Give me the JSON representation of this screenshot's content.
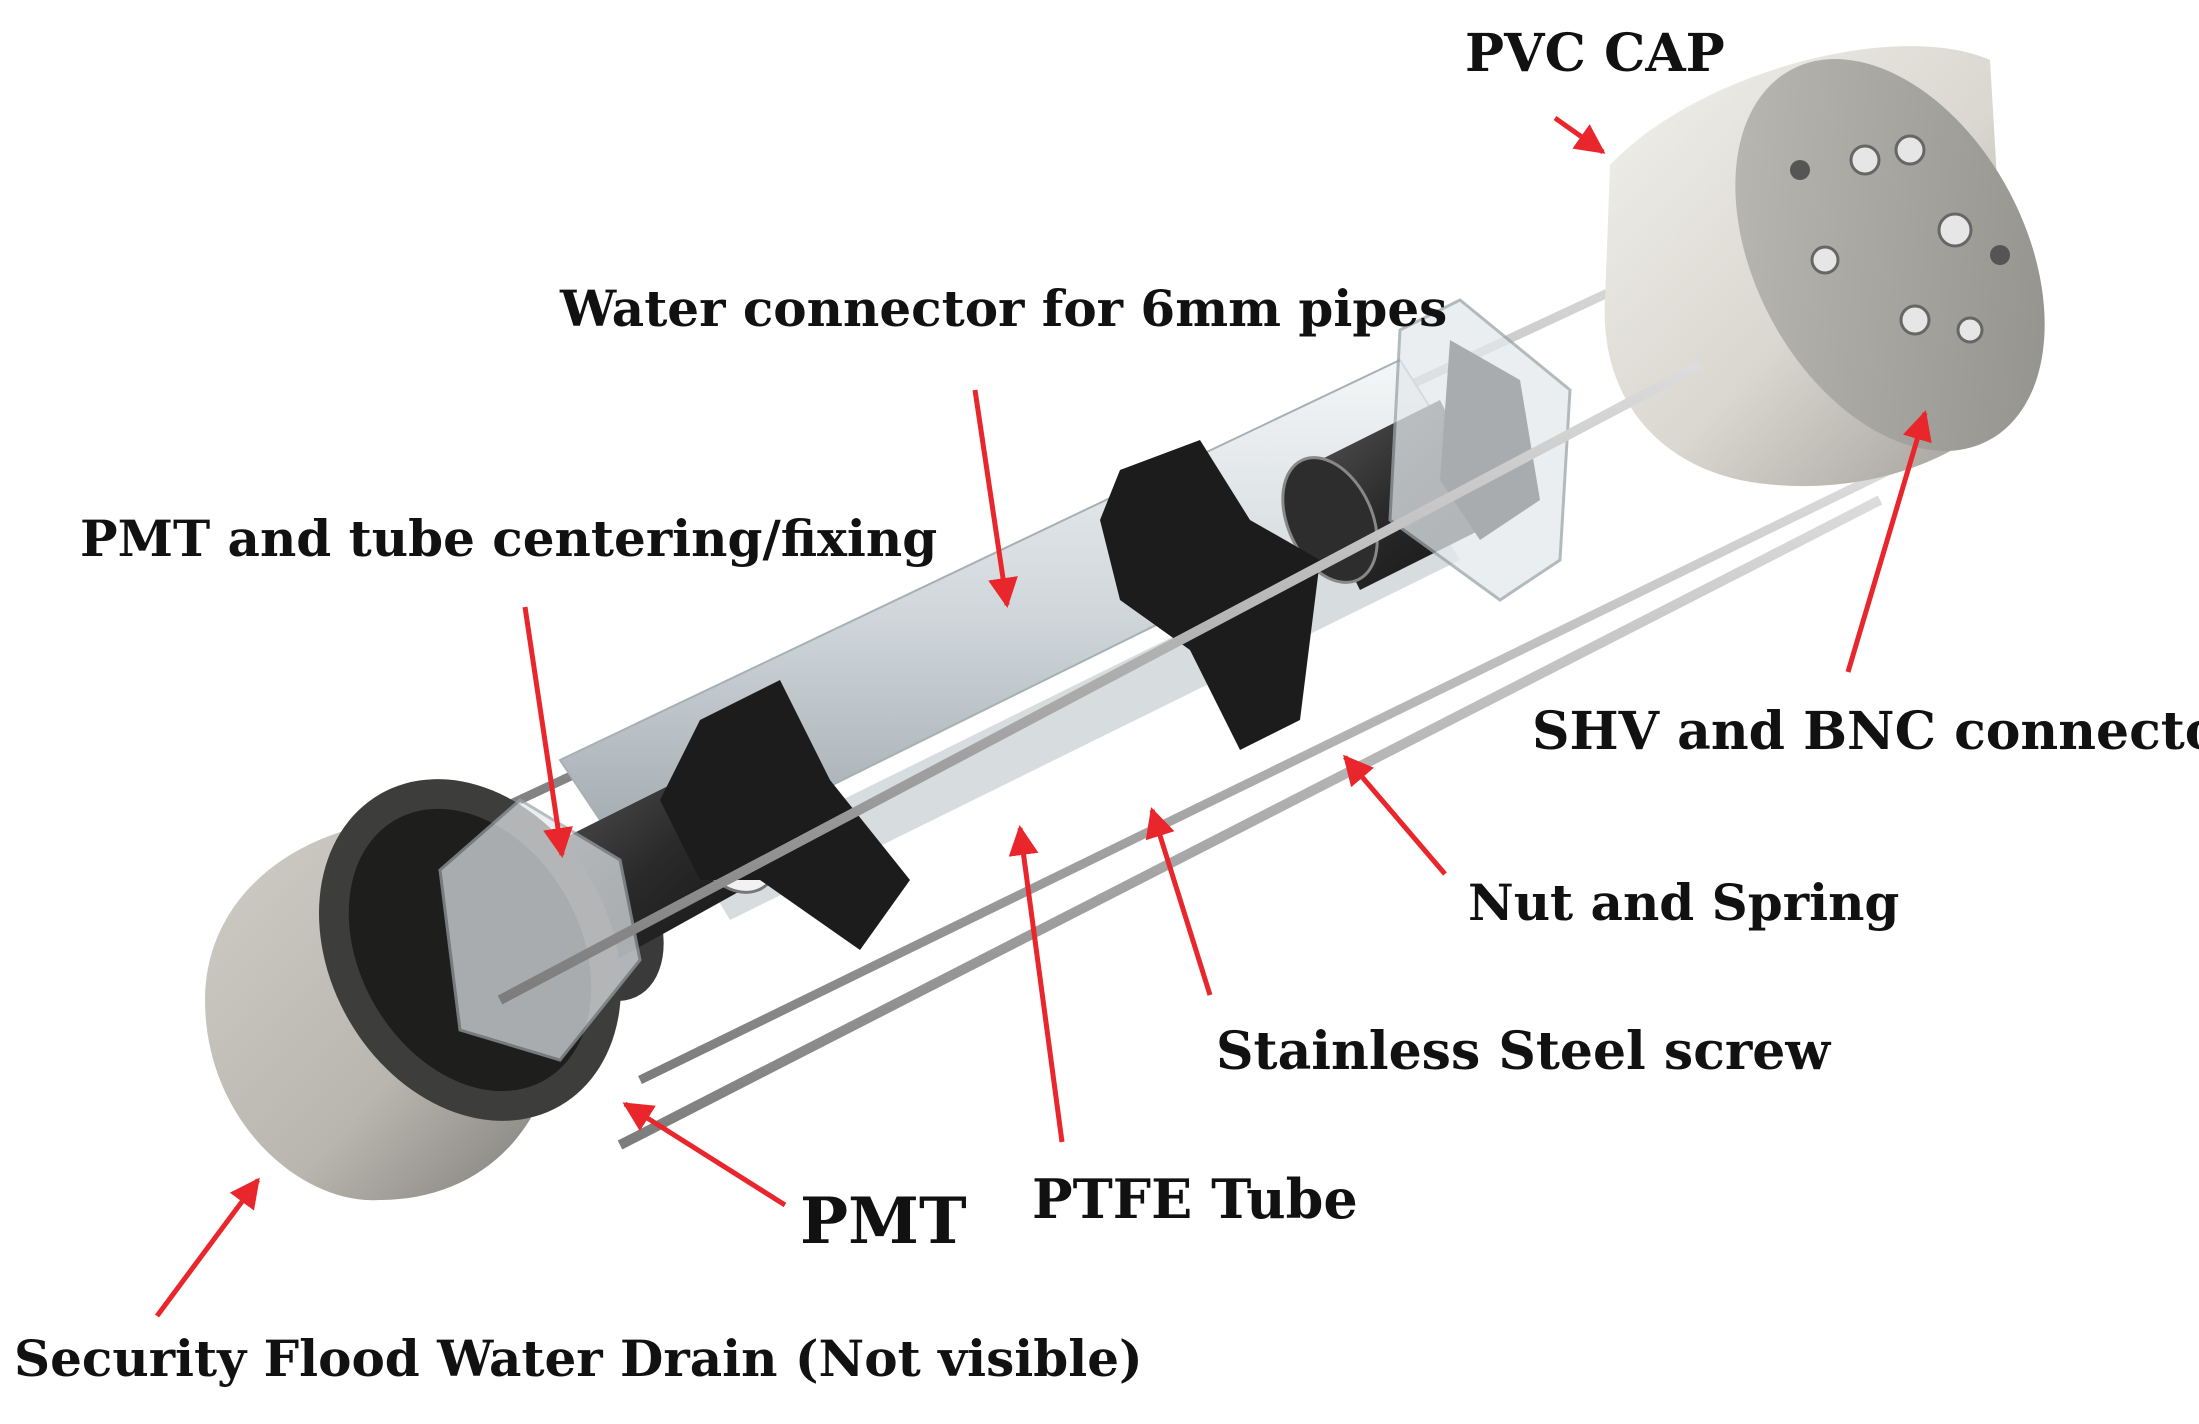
{
  "labels": {
    "pvc_cap": "PVC CAP",
    "water_connector": "Water connector for 6mm pipes",
    "pmt_centering": "PMT and tube centering/fixing",
    "shv_bnc": "SHV and BNC connectors",
    "nut_spring": "Nut and Spring",
    "steel_screw": "Stainless Steel screw",
    "ptfe_tube": "PTFE Tube",
    "pmt": "PMT",
    "drain": "Security Flood Water Drain (Not visible)"
  },
  "colors": {
    "arrow": "#e8262b",
    "pvc": "#d8d6cf",
    "black_part": "#1c1c1c",
    "rod": "#9a9a9a",
    "tube": "#d9dfe3"
  }
}
